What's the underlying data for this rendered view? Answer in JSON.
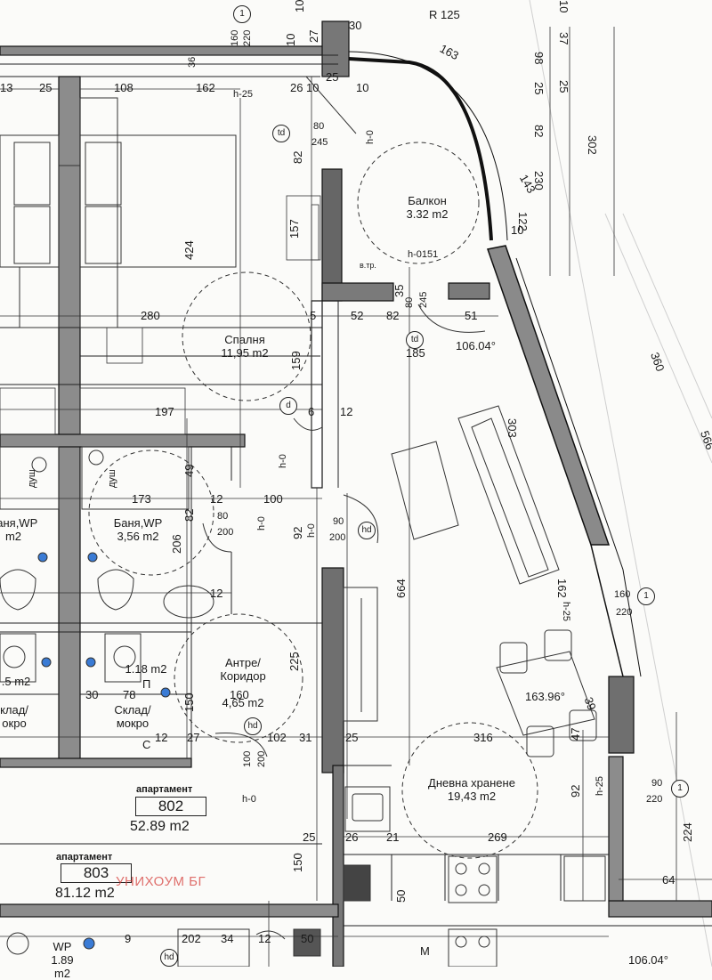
{
  "rooms": {
    "bedroom": {
      "name": "Спалня",
      "area": "11,95 m2"
    },
    "balcony": {
      "name": "Балкон",
      "area": "3.32 m2"
    },
    "bathroom": {
      "name": "Баня,WP",
      "area": "3,56 m2"
    },
    "bathroom_left": {
      "name": "Баня,WP",
      "area": "m2"
    },
    "hallway": {
      "name": "Антре/\nКоридор",
      "area": "4,65 m2"
    },
    "living": {
      "name": "Дневна хранене",
      "area": "19,43 m2"
    },
    "storage": {
      "name": "Склад/\nмокро",
      "area": "1.18 m2"
    },
    "storage_left": {
      "name": "клад/\nокро",
      "area": ".5 m2"
    },
    "wc": {
      "name": "WP",
      "area": "1.89 m2"
    }
  },
  "apartments": {
    "a802": {
      "caption": "апартамент",
      "number": "802",
      "area": "52.89 m2"
    },
    "a803": {
      "caption": "апартамент",
      "number": "803",
      "area": "81.12 m2"
    }
  },
  "watermark": "УНИХОУМ БГ",
  "tags": {
    "section_mark": "1",
    "td": "td",
    "hd": "hd",
    "d": "d"
  },
  "annotations": {
    "radius": "R 125",
    "angle_1": "106.04°",
    "angle_2": "163.96°",
    "angle_3": "106.04°",
    "h_labels": [
      "h-25",
      "h-0",
      "h-0151",
      "h-0",
      "h-0",
      "h-0",
      "h-0",
      "h-25",
      "h-25"
    ],
    "bt": "в.тр.",
    "m": "M",
    "c": "C",
    "p": "П",
    "dushe": "душ"
  },
  "dimensions": {
    "top": [
      "1",
      "160",
      "220",
      "10",
      "27",
      "10",
      "30",
      "163",
      "80",
      "245",
      "82",
      "36",
      "13",
      "25",
      "108",
      "162",
      "26",
      "10",
      "25",
      "10"
    ],
    "right": [
      "10",
      "37",
      "25",
      "98",
      "25",
      "82",
      "302",
      "230",
      "122",
      "143",
      "10",
      "360",
      "566",
      "224",
      "64",
      "90",
      "220",
      "92",
      "47",
      "39"
    ],
    "middle": [
      "424",
      "157",
      "280",
      "5",
      "52",
      "82",
      "35",
      "245",
      "51",
      "80",
      "185",
      "159",
      "197",
      "6",
      "12",
      "100",
      "92",
      "664",
      "303",
      "162",
      "160",
      "220"
    ],
    "lower": [
      "173",
      "206",
      "82",
      "49",
      "12",
      "80",
      "200",
      "90",
      "200",
      "12",
      "225",
      "160",
      "150",
      "102",
      "31",
      "25",
      "316",
      "269",
      "26",
      "21",
      "50",
      "150",
      "25",
      "78",
      "30",
      "12",
      "27",
      "100",
      "200",
      "34",
      "9",
      "202",
      "12",
      "50"
    ]
  }
}
